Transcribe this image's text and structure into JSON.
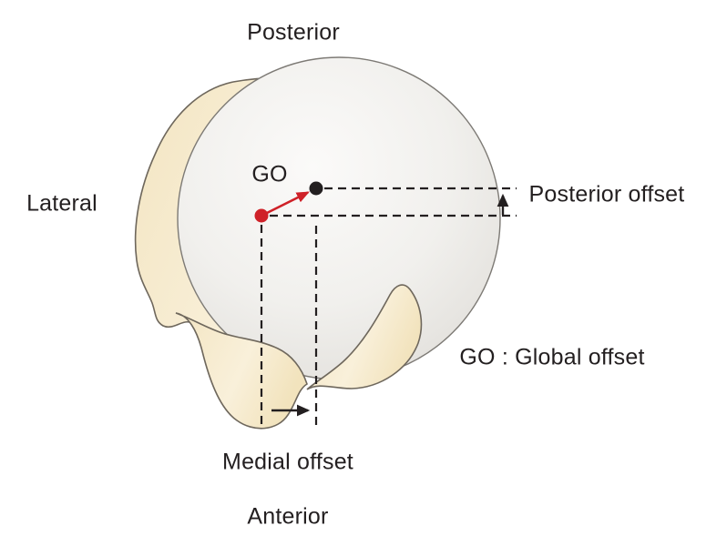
{
  "colors": {
    "background": "#ffffff",
    "text": "#231f20",
    "accent_red": "#cf2128",
    "bone_fill": "#f3e5c2",
    "bone_fill_light": "#f9f0da",
    "bone_outline": "#6e675c",
    "sphere_center": "#fbfaf9",
    "sphere_mid": "#f1f0ed",
    "sphere_edge": "#d8d4ce",
    "sphere_outline": "#7d7a75",
    "dash_color": "#231f20"
  },
  "orientation_labels": {
    "top": "Posterior",
    "left": "Lateral",
    "bottom": "Anterior"
  },
  "annotations": {
    "go_label": "GO",
    "posterior_offset": "Posterior offset",
    "medial_offset": "Medial offset",
    "legend": "GO : Global offset"
  }
}
